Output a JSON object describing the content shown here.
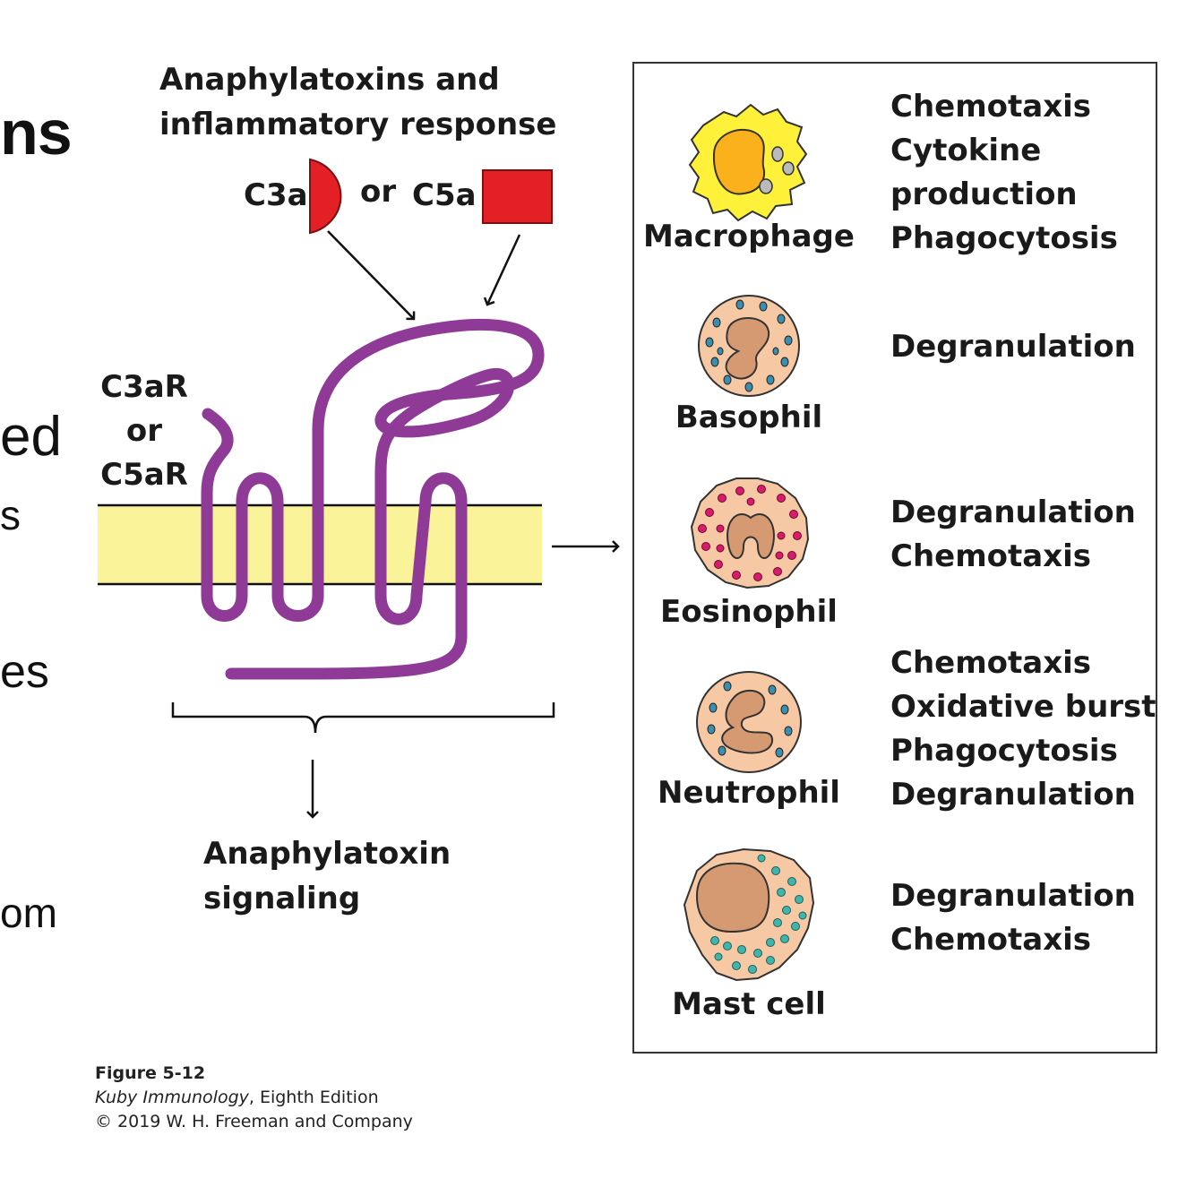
{
  "slide_fragments": [
    "ns",
    "ed",
    "s",
    "es",
    "om"
  ],
  "diagram": {
    "title_line1": "Anaphylatoxins and",
    "title_line2": "inflammatory response",
    "ligand_c3a": "C3a",
    "or_word": "or",
    "ligand_c5a": "C5a",
    "receptor_line1": "C3aR",
    "receptor_line2": "or",
    "receptor_line3": "C5aR",
    "signaling_line1": "Anaphylatoxin",
    "signaling_line2": "signaling",
    "colors": {
      "receptor": "#8e3a96",
      "membrane": "#fbf39a",
      "ligand": "#e32026"
    }
  },
  "cells": [
    {
      "name": "Macrophage",
      "functions": [
        "Chemotaxis",
        "Cytokine",
        "production",
        "Phagocytosis"
      ]
    },
    {
      "name": "Basophil",
      "functions": [
        "Degranulation"
      ]
    },
    {
      "name": "Eosinophil",
      "functions": [
        "Degranulation",
        "Chemotaxis"
      ]
    },
    {
      "name": "Neutrophil",
      "functions": [
        "Chemotaxis",
        "Oxidative burst",
        "Phagocytosis",
        "Degranulation"
      ]
    },
    {
      "name": "Mast cell",
      "functions": [
        "Degranulation",
        "Chemotaxis"
      ]
    }
  ],
  "caption": {
    "figure": "Figure 5-12",
    "book_title": "Kuby Immunology",
    "edition": ", Eighth Edition",
    "copyright": "© 2019 W. H. Freeman and Company"
  }
}
